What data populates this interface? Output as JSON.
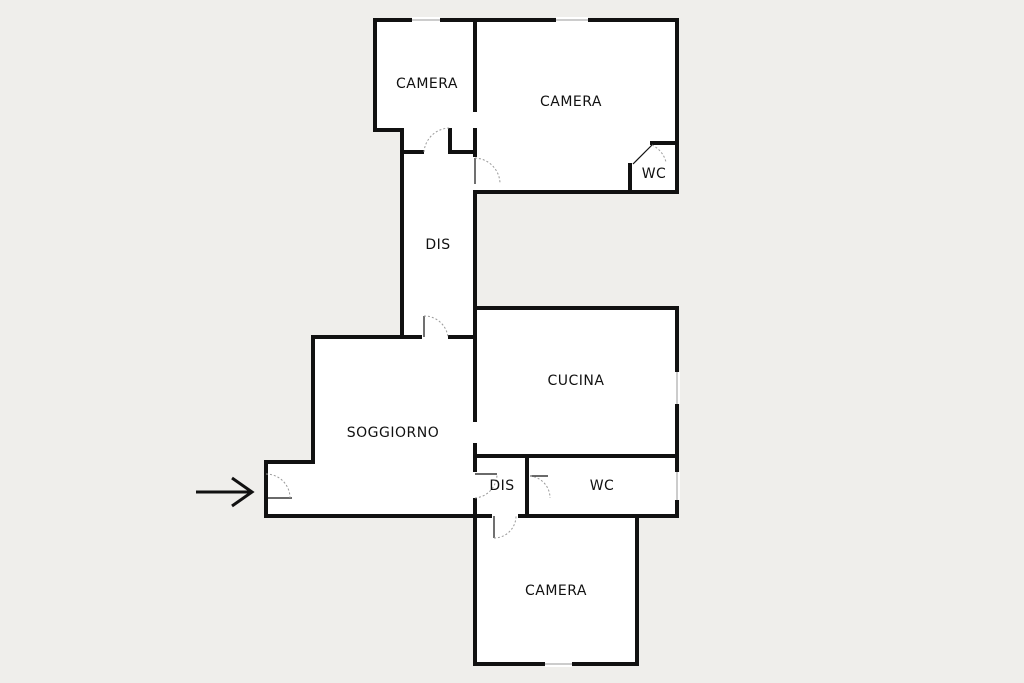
{
  "colors": {
    "background": "#efeeeb",
    "floor": "#ffffff",
    "wall": "#111111"
  },
  "rooms": {
    "camera_top_left": "CAMERA",
    "camera_top_right": "CAMERA",
    "wc_top": "WC",
    "dis_corridor": "DIS",
    "cucina": "CUCINA",
    "soggiorno": "SOGGIORNO",
    "dis_small": "DIS",
    "wc_bottom": "WC",
    "camera_bottom": "CAMERA"
  },
  "entrance": {
    "icon": "arrow-right-icon"
  }
}
